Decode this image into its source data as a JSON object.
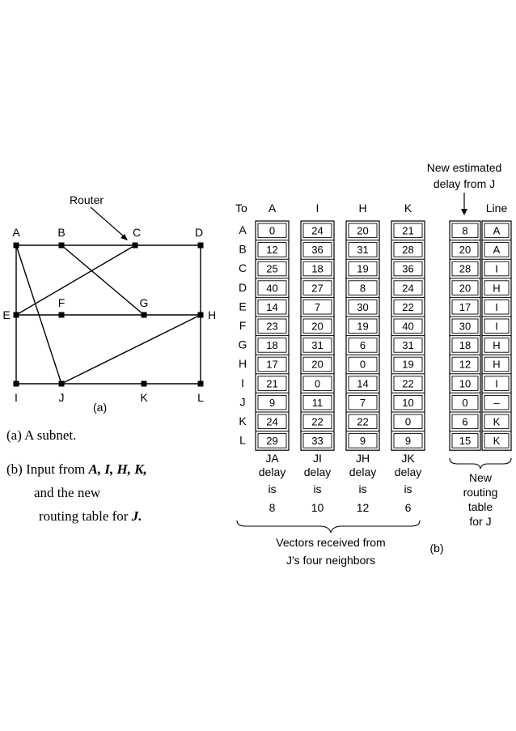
{
  "network": {
    "router_label": "Router",
    "part_label": "(a)",
    "nodes": [
      {
        "id": "A",
        "label": "A"
      },
      {
        "id": "B",
        "label": "B"
      },
      {
        "id": "C",
        "label": "C"
      },
      {
        "id": "D",
        "label": "D"
      },
      {
        "id": "E",
        "label": "E"
      },
      {
        "id": "F",
        "label": "F"
      },
      {
        "id": "G",
        "label": "G"
      },
      {
        "id": "H",
        "label": "H"
      },
      {
        "id": "I",
        "label": "I"
      },
      {
        "id": "J",
        "label": "J"
      },
      {
        "id": "K",
        "label": "K"
      },
      {
        "id": "L",
        "label": "L"
      }
    ],
    "edges": [
      [
        "A",
        "B"
      ],
      [
        "B",
        "C"
      ],
      [
        "C",
        "D"
      ],
      [
        "A",
        "E"
      ],
      [
        "E",
        "F"
      ],
      [
        "F",
        "G"
      ],
      [
        "G",
        "H"
      ],
      [
        "D",
        "H"
      ],
      [
        "E",
        "I"
      ],
      [
        "I",
        "J"
      ],
      [
        "J",
        "K"
      ],
      [
        "K",
        "L"
      ],
      [
        "H",
        "L"
      ],
      [
        "A",
        "J"
      ],
      [
        "B",
        "G"
      ],
      [
        "C",
        "E"
      ],
      [
        "H",
        "J"
      ]
    ]
  },
  "captions": {
    "a": "(a) A subnet.",
    "b_line1_prefix": "(b) Input from ",
    "b_line1_italic": "A, I, H, K,",
    "b_line2": "and the new",
    "b_line3_prefix": "routing table for ",
    "b_line3_italic": "J."
  },
  "tables": {
    "to_label": "To",
    "rows": [
      "A",
      "B",
      "C",
      "D",
      "E",
      "F",
      "G",
      "H",
      "I",
      "J",
      "K",
      "L"
    ],
    "vectors": [
      {
        "header": "A",
        "values": [
          "0",
          "12",
          "25",
          "40",
          "14",
          "23",
          "18",
          "17",
          "21",
          "9",
          "24",
          "29"
        ],
        "note": [
          "JA",
          "delay",
          "is",
          "8"
        ]
      },
      {
        "header": "I",
        "values": [
          "24",
          "36",
          "18",
          "27",
          "7",
          "20",
          "31",
          "20",
          "0",
          "11",
          "22",
          "33"
        ],
        "note": [
          "JI",
          "delay",
          "is",
          "10"
        ]
      },
      {
        "header": "H",
        "values": [
          "20",
          "31",
          "19",
          "8",
          "30",
          "19",
          "6",
          "0",
          "14",
          "7",
          "22",
          "9"
        ],
        "note": [
          "JH",
          "delay",
          "is",
          "12"
        ]
      },
      {
        "header": "K",
        "values": [
          "21",
          "28",
          "36",
          "24",
          "22",
          "40",
          "31",
          "19",
          "22",
          "10",
          "0",
          "9"
        ],
        "note": [
          "JK",
          "delay",
          "is",
          "6"
        ]
      }
    ],
    "new_estimated_label": [
      "New estimated",
      "delay from J"
    ],
    "line_header": "Line",
    "new_table": {
      "delays": [
        "8",
        "20",
        "28",
        "20",
        "17",
        "30",
        "18",
        "12",
        "10",
        "0",
        "6",
        "15"
      ],
      "lines": [
        "A",
        "A",
        "I",
        "H",
        "I",
        "I",
        "H",
        "H",
        "I",
        "–",
        "K",
        "K"
      ]
    },
    "new_routing_label": [
      "New",
      "routing",
      "table",
      "for J"
    ],
    "vectors_received_label": [
      "Vectors received from",
      "J's four neighbors"
    ],
    "part_label": "(b)"
  }
}
